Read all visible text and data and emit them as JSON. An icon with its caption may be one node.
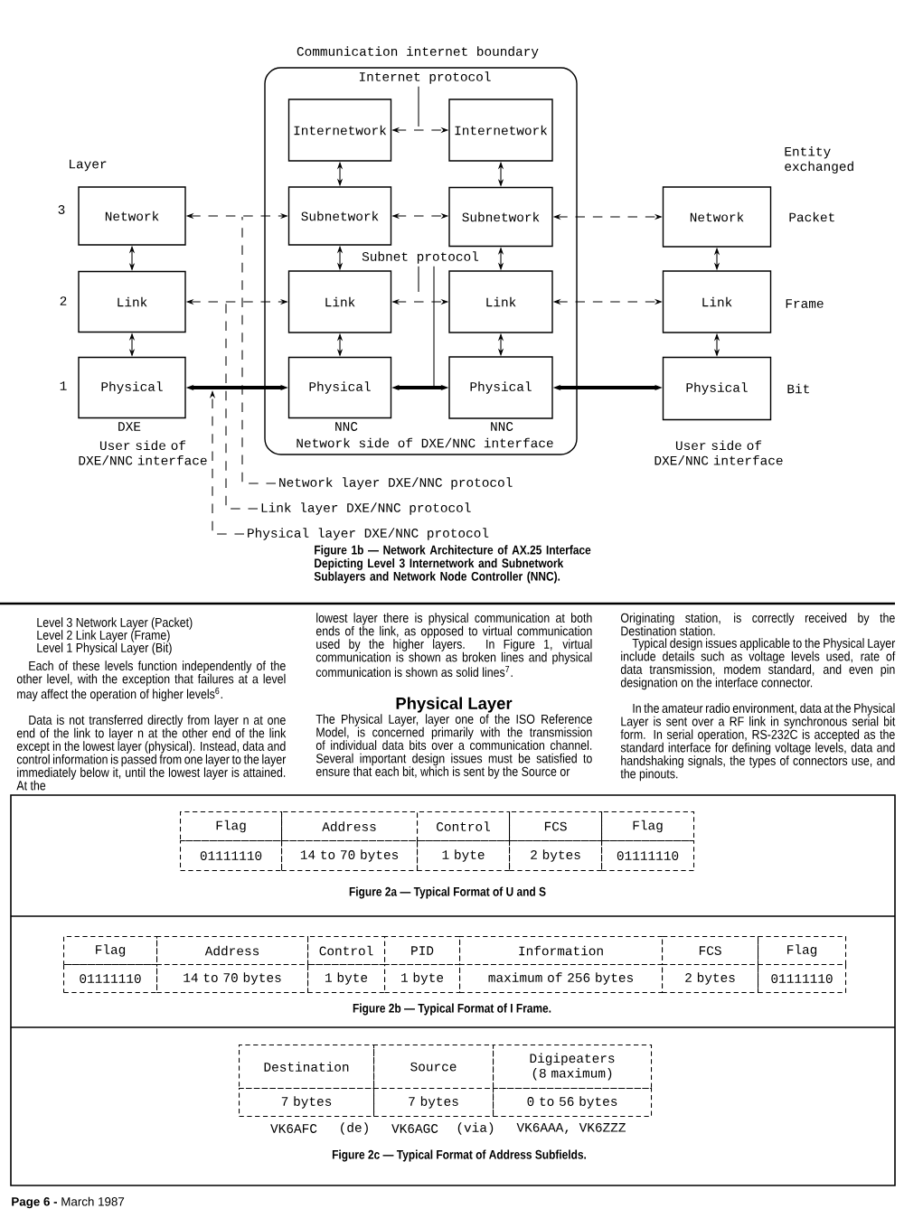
{
  "diagram": {
    "nodes": [
      {
        "text": [
          "Communication internet boundary",
          "Network side of DXE/NNC interface"
        ]
      },
      {
        "text": [
          "Internetwork"
        ],
        "in": 0
      },
      {
        "text": [
          "Internetwork"
        ],
        "in": 0
      },
      {
        "text": [
          "Subnetwork"
        ],
        "in": 0
      },
      {
        "text": [
          "Subnetwork"
        ],
        "in": 0
      },
      {
        "text": [
          "Link"
        ],
        "in": 0
      },
      {
        "text": [
          "Link"
        ],
        "in": 0
      },
      {
        "text": [
          "Physical"
        ],
        "in": 0,
        "beside": [
          "NNC"
        ]
      },
      {
        "text": [
          "Physical"
        ],
        "in": 0,
        "beside": [
          "NNC"
        ]
      },
      {
        "text": [
          "Network"
        ]
      },
      {
        "text": [
          "Link"
        ]
      },
      {
        "text": [
          "Physical"
        ],
        "beside": [
          "DXE",
          "User side of DXE/NNC interface"
        ]
      },
      {
        "text": [
          "Network"
        ]
      },
      {
        "text": [
          "Link"
        ]
      },
      {
        "text": [
          "Physical"
        ],
        "beside": [
          "User side of DXE/NNC interface"
        ]
      },
      {
        "text": [
          "Internet protocol"
        ],
        "in": 0
      },
      {
        "text": [
          "Subnet protocol"
        ],
        "in": 0
      },
      {
        "text": [
          "Network layer DXE/NNC protocol"
        ]
      },
      {
        "text": [
          "Link layer DXE/NNC protocol"
        ]
      },
      {
        "text": [
          "Physical layer DXE/NNC protocol"
        ]
      }
    ],
    "edges": [
      {
        "from": 9,
        "to": 10,
        "arrow": "both"
      },
      {
        "from": 10,
        "to": 11,
        "arrow": "both"
      },
      {
        "from": 1,
        "to": 3,
        "arrow": "both"
      },
      {
        "from": 3,
        "to": 5,
        "arrow": "both"
      },
      {
        "from": 5,
        "to": 7,
        "arrow": "both"
      },
      {
        "from": 2,
        "to": 4,
        "arrow": "both"
      },
      {
        "from": 4,
        "to": 6,
        "arrow": "both"
      },
      {
        "from": 6,
        "to": 8,
        "arrow": "both"
      },
      {
        "from": 12,
        "to": 13,
        "arrow": "both"
      },
      {
        "from": 13,
        "to": 14,
        "arrow": "both"
      },
      {
        "from": 1,
        "to": 2,
        "arrow": "both",
        "style": "dashed"
      },
      {
        "from": 9,
        "to": 3,
        "arrow": "both",
        "style": "dashed"
      },
      {
        "from": 3,
        "to": 4,
        "arrow": "both",
        "style": "dashed"
      },
      {
        "from": 4,
        "to": 12,
        "arrow": "both",
        "style": "dashed"
      },
      {
        "from": 10,
        "to": 5,
        "arrow": "both",
        "style": "dashed"
      },
      {
        "from": 5,
        "to": 6,
        "arrow": "both",
        "style": "dashed"
      },
      {
        "from": 6,
        "to": 13,
        "arrow": "both",
        "style": "dashed"
      },
      {
        "from": 11,
        "to": 7,
        "arrow": "both",
        "style": "thick"
      },
      {
        "from": 7,
        "to": 8,
        "arrow": "both",
        "style": "thick"
      },
      {
        "from": 8,
        "to": 14,
        "arrow": "both",
        "style": "thick"
      },
      {
        "from": 15,
        "to": null,
        "arrow": "none"
      },
      {
        "from": 16,
        "to": null,
        "arrow": "none"
      },
      {
        "from": 16,
        "to": null,
        "arrow": "none"
      },
      {
        "from": 17,
        "to": null,
        "arrow": "none",
        "style": "dashed"
      },
      {
        "from": 18,
        "to": null,
        "arrow": "none",
        "style": "dashed"
      },
      {
        "from": 19,
        "to": null,
        "arrow": "to",
        "style": "dashed"
      }
    ],
    "labels": [
      "Layer",
      "Entity exchanged",
      "3",
      "Packet",
      "2",
      "Frame",
      "1",
      "Bit",
      "Figure 1b — Network Architecture of AX.25 Interface Depicting Level 3 Internetwork and Subnetwork Sublayers and Network Node Controller (NNC).",
      "Level 3 Network Layer (Packet)",
      "Level 2 Link Layer (Frame)",
      "Level 1 Physical Layer (Bit)",
      "Each of these levels function independently of the other level, with the exception that failures at a level may affect the operation of higher levels$^{6}$.",
      "Data is not transferred directly from layer n at one end of the link to layer n at the other end of the link except in the lowest layer (physical). Instead, data and control information is passed from one layer to the layer immediately below it, until the lowest layer is attained. At the",
      "lowest layer there is physical communication at both ends of the link, as opposed to virtual communication used by the higher layers. In Figure 1, virtual communication is shown as broken lines and physical communication is shown as solid lines$^{7}$.",
      "Physical Layer",
      "The Physical Layer, layer one of the ISO Reference Model, is concerned primarily with the transmission of individual data bits over a communication channel. Several important design issues must be satisfied to ensure that each bit, which is sent by the Source or",
      "Originating station, is correctly received by the Destination station.",
      "Typical design issues applicable to the Physical Layer include details such as voltage levels used, rate of data transmission, modem standard, and even pin designation on the interface connector.",
      "In the amateur radio environment, data at the Physical Layer is sent over a RF link in synchronous serial bit form. In serial operation, RS-232C is accepted as the standard interface for defining voltage levels, data and handshaking signals, the types of connectors use, and the pinouts.",
      "Flag",
      "Address",
      "Control",
      "FCS",
      "Flag",
      "01111110",
      "14 to 70 bytes",
      "1 byte",
      "2 bytes",
      "01111110",
      "Figure 2a — Typical Format of U and S",
      "Flag",
      "Address",
      "Control",
      "PID",
      "Information",
      "FCS",
      "Flag",
      "01111110",
      "14 to 70 bytes",
      "1 byte",
      "1 byte",
      "maximum of 256 bytes",
      "2 bytes",
      "01111110",
      "Figure 2b — Typical Format of I Frame.",
      "Destination",
      "Source",
      "Digipeaters (8 maximum)",
      "7 bytes",
      "7 bytes",
      "0 to 56 bytes",
      "VK6AFC",
      "(de)",
      "VK6AGC",
      "(via)",
      "VK6AAA, VK6ZZZ",
      "Figure 2c — Typical Format of Address Subfields.",
      "**Page 6 -** March 1987"
    ]
  }
}
